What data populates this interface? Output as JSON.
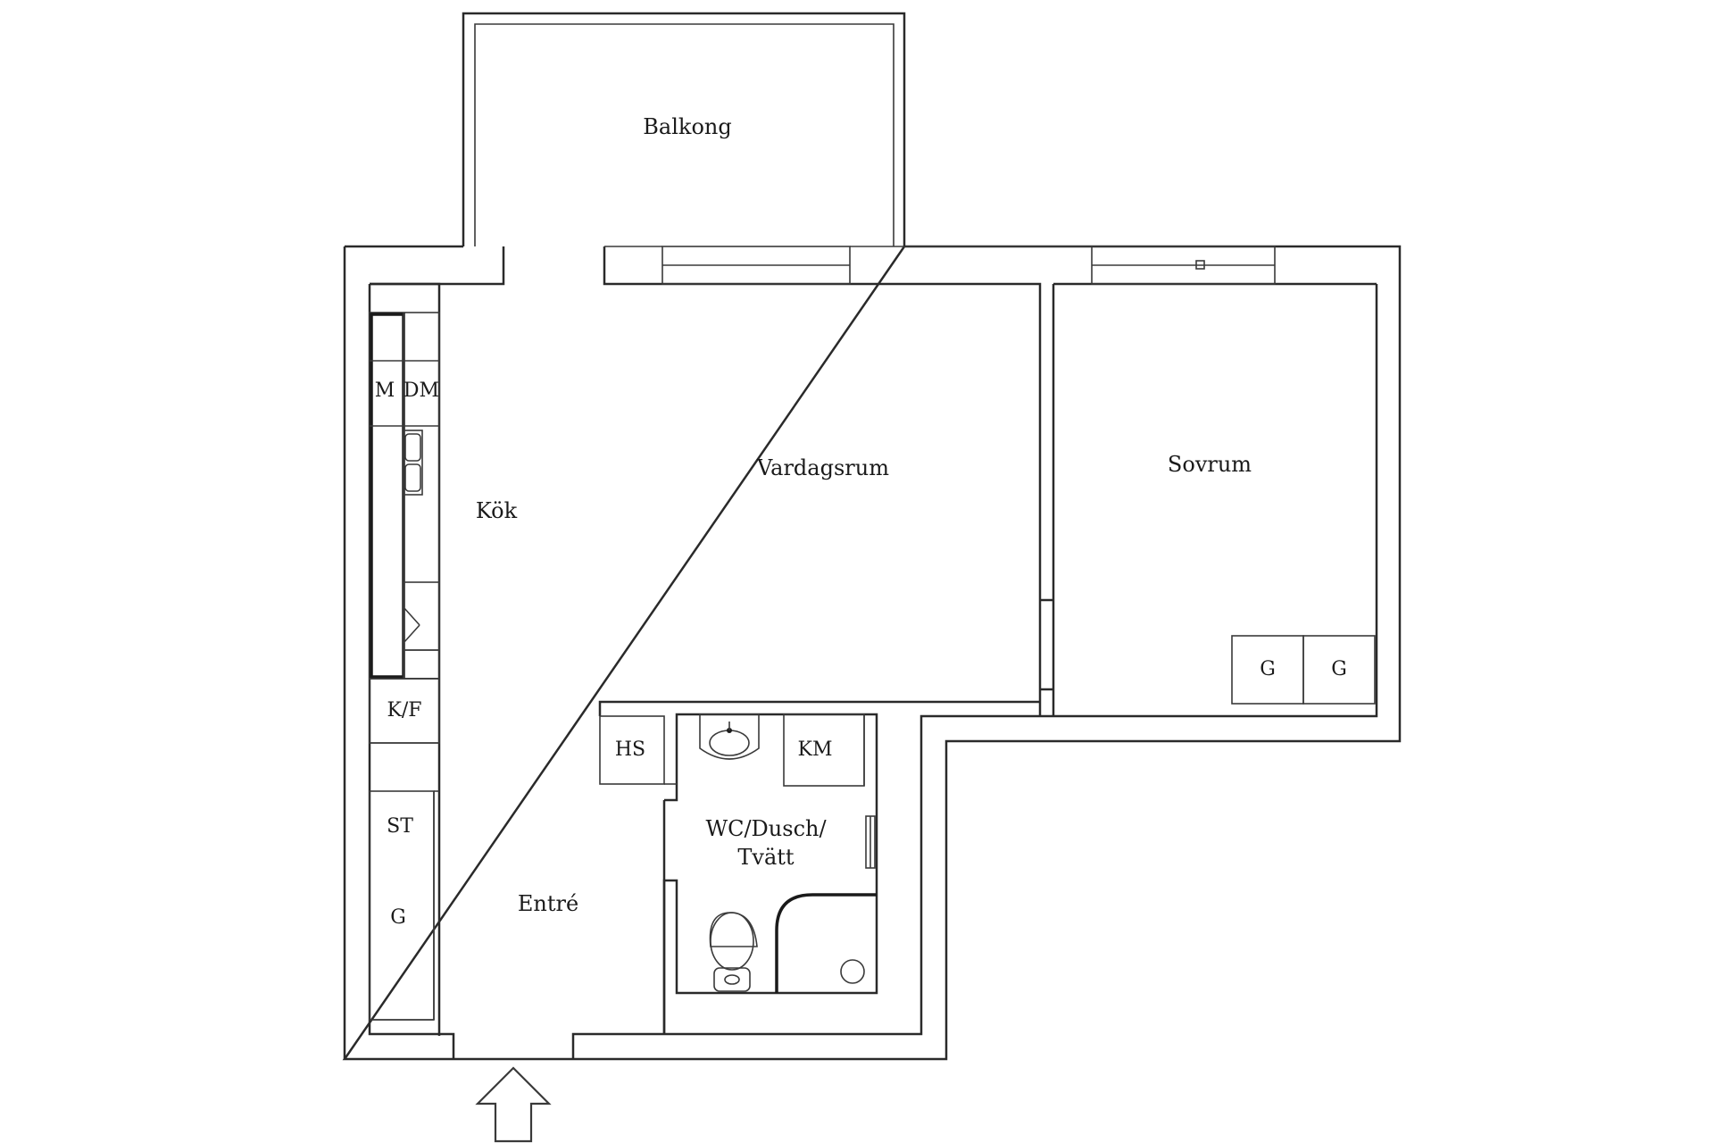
{
  "plan": {
    "rooms": {
      "balkong": "Balkong",
      "vardagsrum": "Vardagsrum",
      "sovrum": "Sovrum",
      "kok": "Kök",
      "entre": "Entré",
      "wc_line1": "WC/Dusch/",
      "wc_line2": "Tvätt"
    },
    "fixtures": {
      "microwave": "M",
      "dishwasher": "DM",
      "fridge_freezer": "K/F",
      "storage": "ST",
      "wardrobe_entre": "G",
      "wardrobe_1": "G",
      "wardrobe_2": "G",
      "hat_shelf": "HS",
      "washing_machine": "KM"
    },
    "icons": {
      "entrance": "entrance-arrow-icon",
      "sink": "sink-icon",
      "toilet": "toilet-icon",
      "shower": "shower-icon",
      "stove": "stove-icon"
    }
  }
}
